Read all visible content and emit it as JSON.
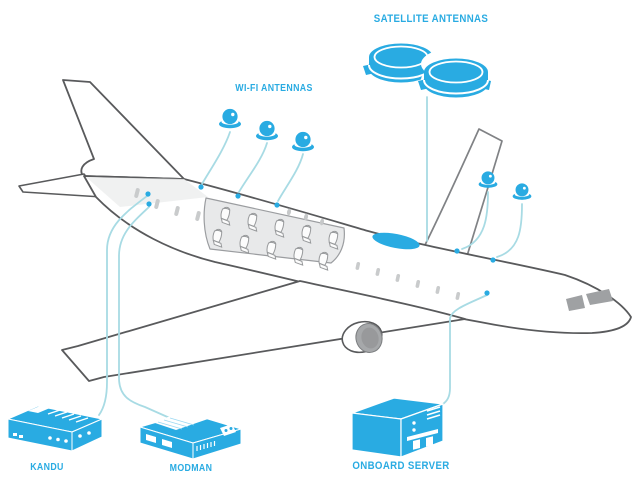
{
  "diagram": {
    "labels": {
      "satellite_antennas": "SATELLITE ANTENNAS",
      "wifi_antennas": "WI-FI ANTENNAS",
      "kandu": "KANDU",
      "modman": "MODMAN",
      "onboard_server": "ONBOARD SERVER"
    },
    "components": [
      {
        "id": "satellite-antennas",
        "label": "SATELLITE ANTENNAS",
        "count": 2,
        "icon": "disc-drum-antenna"
      },
      {
        "id": "wifi-antennas",
        "label": "WI-FI ANTENNAS",
        "count": 5,
        "icon": "dome-saucer-antenna"
      },
      {
        "id": "kandu",
        "label": "KANDU",
        "count": 1,
        "icon": "avionics-box"
      },
      {
        "id": "modman",
        "label": "MODMAN",
        "count": 1,
        "icon": "avionics-box"
      },
      {
        "id": "onboard-server",
        "label": "ONBOARD SERVER",
        "count": 1,
        "icon": "server-cube"
      }
    ],
    "colors": {
      "accent_blue": "#29ABE2",
      "connector_cyan": "#A8DBE4",
      "outline_gray": "#595A5C",
      "light_gray": "#C9CBCC",
      "cutaway_gray": "#E8E9EA",
      "background": "#FFFFFF"
    }
  }
}
